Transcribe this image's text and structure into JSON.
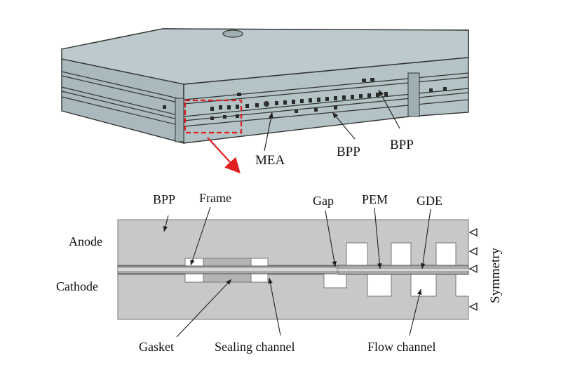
{
  "top_view": {
    "labels": {
      "mea": "MEA",
      "bpp_lower": "BPP",
      "bpp_upper": "BPP"
    }
  },
  "cross_section": {
    "labels": {
      "bpp": "BPP",
      "frame": "Frame",
      "gap": "Gap",
      "pem": "PEM",
      "gde": "GDE",
      "anode": "Anode",
      "cathode": "Cathode",
      "symmetry": "Symmetry",
      "gasket": "Gasket",
      "sealing_channel": "Sealing channel",
      "flow_channel": "Flow channel"
    }
  },
  "colors": {
    "plate_top": "#b9c6c9",
    "plate_side": "#a9b9bd",
    "section_fill": "#c8c8c8",
    "highlight_box": "#e02020",
    "outline": "#333333"
  }
}
